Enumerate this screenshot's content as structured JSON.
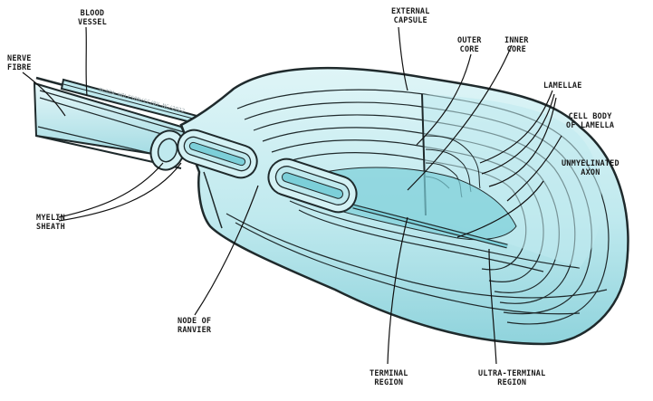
{
  "colors": {
    "outline": "#1f2a2c",
    "fill_light": "#d4f1f4",
    "fill_mid": "#a9e1e8",
    "fill_dark": "#7ccfd9",
    "background": "#ffffff"
  },
  "watermark": "ELIZA WOLFSON/CC/BY-NC/2022",
  "labels": {
    "blood_vessel": [
      "BLOOD",
      "VESSEL"
    ],
    "nerve_fibre": [
      "NERVE",
      "FIBRE"
    ],
    "external_capsule": [
      "EXTERNAL",
      "CAPSULE"
    ],
    "outer_core": [
      "OUTER",
      "CORE"
    ],
    "inner_core": [
      "INNER",
      "CORE"
    ],
    "lamellae": [
      "LAMELLAE"
    ],
    "cell_body_of_lamella": [
      "CELL BODY",
      "OF LAMELLA"
    ],
    "unmyelinated_axon": [
      "UNMYELINATED",
      "AXON"
    ],
    "myelin_sheath": [
      "MYELIN",
      "SHEATH"
    ],
    "node_of_ranvier": [
      "NODE OF",
      "RANVIER"
    ],
    "terminal_region": [
      "TERMINAL",
      "REGION"
    ],
    "ultra_terminal_region": [
      "ULTRA-TERMINAL",
      "REGION"
    ]
  }
}
